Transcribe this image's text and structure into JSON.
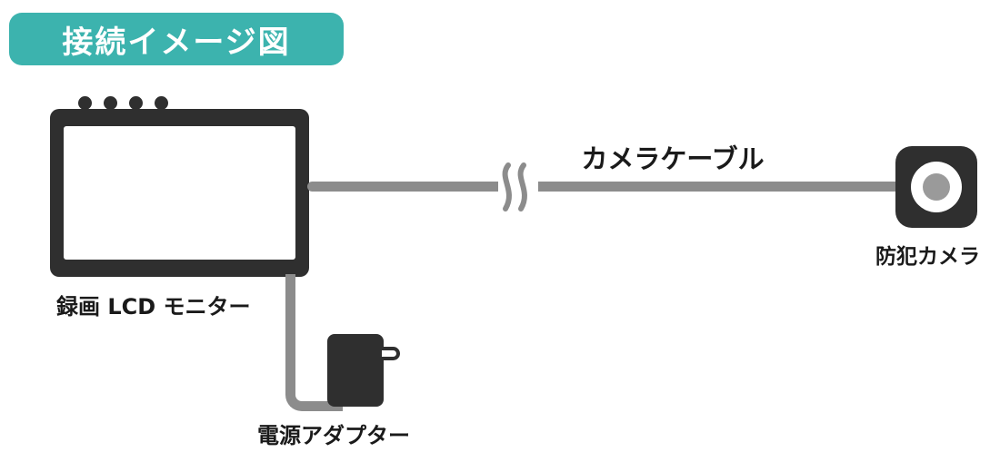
{
  "title": {
    "label": "接続イメージ図"
  },
  "nodes": {
    "monitor": {
      "label": "録画 LCD モニター"
    },
    "camera": {
      "label": "防犯カメラ"
    },
    "adapter": {
      "label": "電源アダプター"
    }
  },
  "cables": {
    "camera_cable": {
      "label": "カメラケーブル"
    },
    "power_cable": {
      "label": ""
    }
  },
  "colors": {
    "accent_teal": "#3cb3ae",
    "device_dark": "#2f2f2f",
    "cable_gray": "#8c8c8c",
    "background": "#ffffff",
    "text": "#1a1a1a"
  },
  "icons": {
    "cable_break": "cable-break-squiggle-icon"
  }
}
